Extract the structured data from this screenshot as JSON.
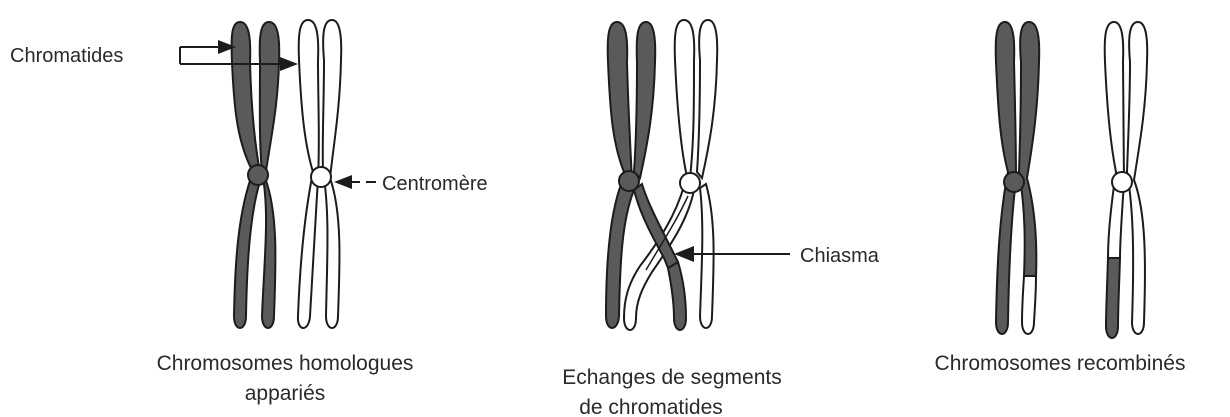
{
  "labels": {
    "chromatides": "Chromatides",
    "centromere": "Centromère",
    "chiasma": "Chiasma"
  },
  "captions": {
    "panel1_line1": "Chromosomes homologues",
    "panel1_line2": "appariés",
    "panel2_line1": "Echanges de segments",
    "panel2_line2": "de chromatides",
    "panel3": "Chromosomes recombinés"
  },
  "colors": {
    "dark_chromatid": "#5a5a5a",
    "light_chromatid": "#ffffff",
    "outline": "#1c1c1c",
    "text": "#2a2a2a"
  }
}
